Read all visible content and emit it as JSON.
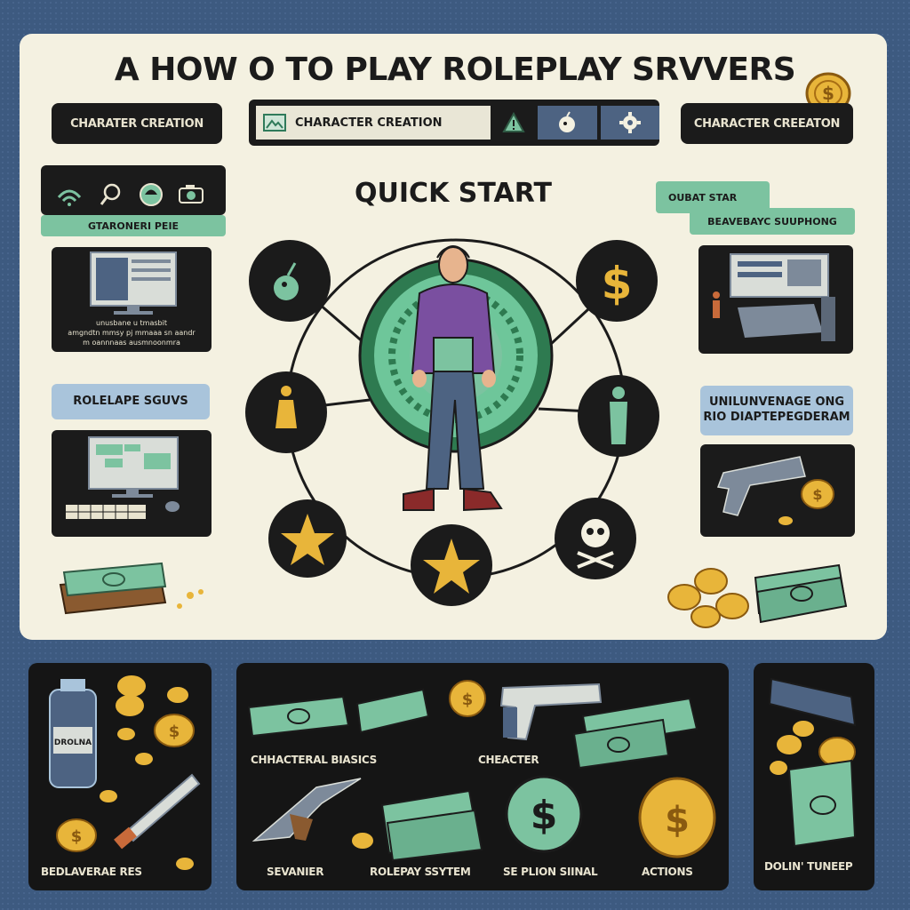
{
  "title": "A HOW  O TO PLAY ROLEPLAY SRVVERS",
  "header_pills": {
    "left": "CHARATER CREATION",
    "tab_main": "CHARACTER CREATION",
    "right": "CHARACTER CREEATON"
  },
  "center": {
    "heading": "QUICK START"
  },
  "left_column": {
    "panel1_label": "GTARONERI PEIE",
    "panel1_caption_line1": "unusbane u            tmasbit",
    "panel1_caption_line2": "amgndtn mmsy pj mmaaa sn aandr",
    "panel1_caption_line3": "m oannnaas ausmnoonmra",
    "label2": "ROLELAPE SGUVS"
  },
  "right_column": {
    "label1_line1": "OUBAT STAR",
    "label1_line2": "BEAVEBAYC SUUPHONG",
    "label2_line1": "UNILUNVENAGE ONG",
    "label2_line2": "RIO DIAPTEPEGDERAM"
  },
  "bottom": {
    "left_caption": "BEDLAVERAE RES",
    "mid_caption1": "CHHACTERAL BIASICS",
    "mid_caption2": "CHEACTER",
    "mid_caption3": "SEVANIER",
    "mid_caption4": "ROLEPAY SSYTEM",
    "mid_caption5": "SE PLION SIINAL",
    "mid_caption6": "ACTIONS",
    "right_caption": "DOLIN' TUNEEP",
    "bottle_label": "DROLNA"
  },
  "colors": {
    "accent_green": "#7cc3a0",
    "accent_blue": "#a9c4db",
    "dark": "#1b1b1b",
    "paper": "#f4f1e1",
    "gold": "#e8b53a",
    "purple": "#7a4fa0"
  }
}
